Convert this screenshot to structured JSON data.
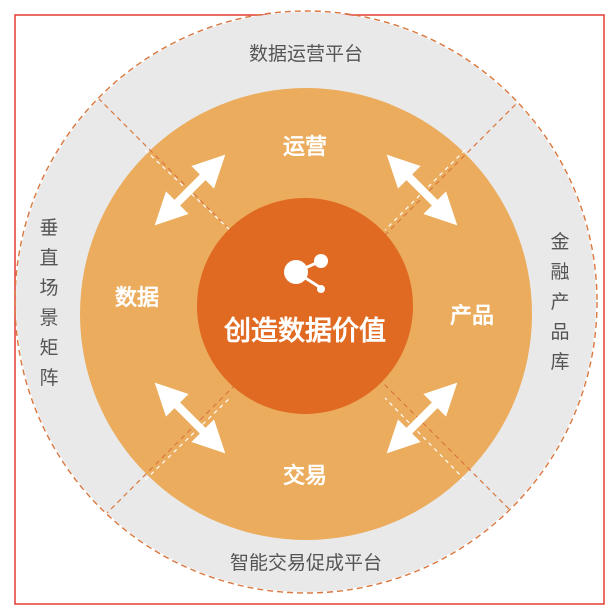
{
  "outer_ring": {
    "top_label": "数据运营平台",
    "bottom_label": "智能交易促成平台",
    "left_label": [
      "垂",
      "直",
      "场",
      "景",
      "矩",
      "阵"
    ],
    "right_label": [
      "金",
      "融",
      "产",
      "品",
      "库"
    ]
  },
  "middle_ring": {
    "top_label": "运营",
    "left_label": "数据",
    "right_label": "产品",
    "bottom_label": "交易"
  },
  "core": {
    "title": "创造数据价值",
    "icon": "share-nodes-icon"
  },
  "colors": {
    "outer_ring": "#e9e9e9",
    "middle_ring": "#ebac5d",
    "core": "#e06a22",
    "border": "#e23c32",
    "dashed": "#d9773f",
    "arrow": "#ffffff"
  }
}
